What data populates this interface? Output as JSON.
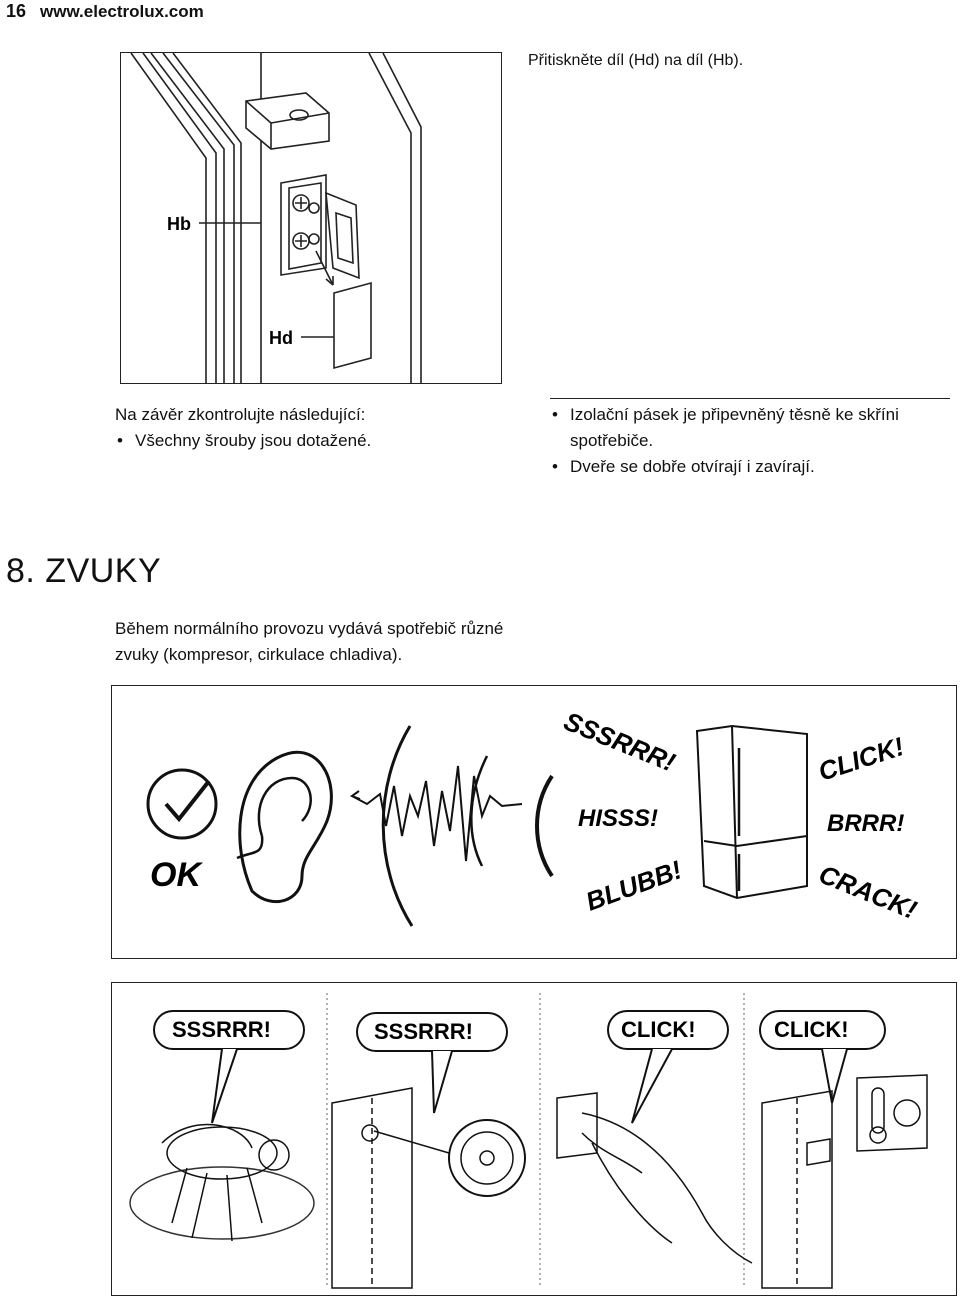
{
  "header": {
    "page_number": "16",
    "site": "www.electrolux.com"
  },
  "step": {
    "text": "Přitiskněte díl (Hd) na díl (Hb)."
  },
  "hinge_figure": {
    "label_hb": "Hb",
    "label_hd": "Hd"
  },
  "checklist": {
    "intro": "Na závěr zkontrolujte následující:",
    "bullet_char": "•",
    "items": [
      "Všechny šrouby jsou dotažené.",
      "Izolační pásek je připevněný těsně ke skříni spotřebiče.",
      "Dveře se dobře otvírají i zavírají."
    ]
  },
  "section": {
    "title": "8. ZVUKY",
    "body": "Během normálního provozu vydává spotřebič různé zvuky (kompresor, cirkulace chladiva)."
  },
  "sounds_figure": {
    "ok_label": "OK",
    "sounds": [
      "SSSRRR!",
      "HISSS!",
      "BLUBB!",
      "CLICK!",
      "BRRR!",
      "CRACK!"
    ]
  },
  "sources_figure": {
    "bubbles": [
      "SSSRRR!",
      "SSSRRR!",
      "CLICK!",
      "CLICK!"
    ]
  }
}
